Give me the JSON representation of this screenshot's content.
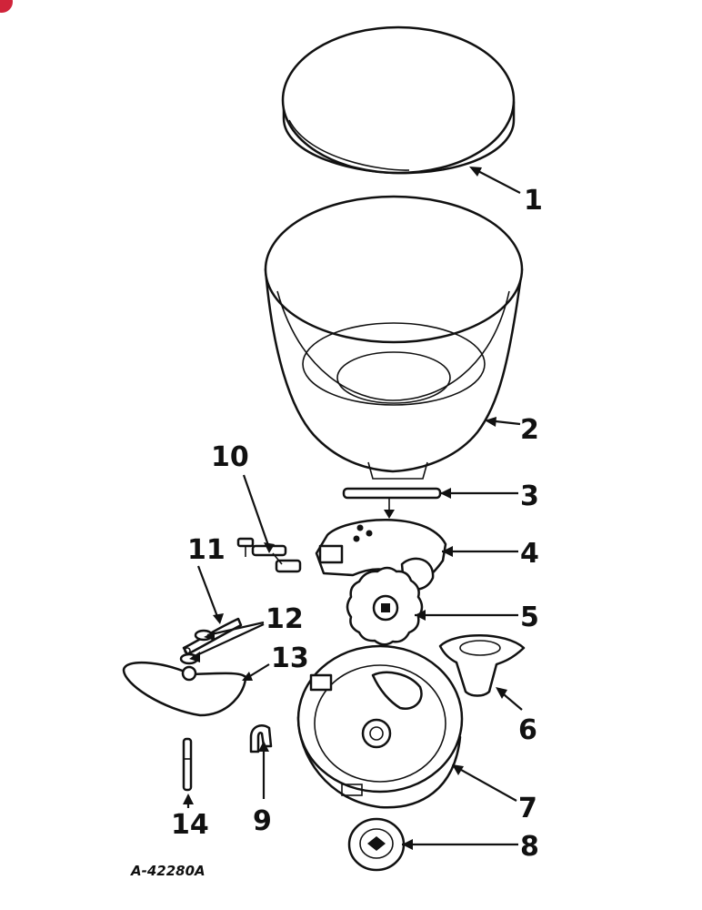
{
  "figure_id": "A-42280A",
  "parts": [
    {
      "num": "1",
      "icon": "hopper-lid-icon"
    },
    {
      "num": "2",
      "icon": "hopper-icon"
    },
    {
      "num": "3",
      "icon": "agitator-pin-icon"
    },
    {
      "num": "4",
      "icon": "seed-plate-cover-icon"
    },
    {
      "num": "5",
      "icon": "seed-plate-icon"
    },
    {
      "num": "6",
      "icon": "seed-tube-icon"
    },
    {
      "num": "7",
      "icon": "hopper-bottom-icon"
    },
    {
      "num": "8",
      "icon": "bearing-icon"
    },
    {
      "num": "9",
      "icon": "clip-icon"
    },
    {
      "num": "10",
      "icon": "latch-icon"
    },
    {
      "num": "11",
      "icon": "lever-icon"
    },
    {
      "num": "12",
      "icon": "washer-icon"
    },
    {
      "num": "13",
      "icon": "spring-icon"
    },
    {
      "num": "14",
      "icon": "pin-icon"
    }
  ],
  "colors": {
    "ink": "#111111",
    "paper": "#ffffff",
    "badge": "#d0243a"
  }
}
